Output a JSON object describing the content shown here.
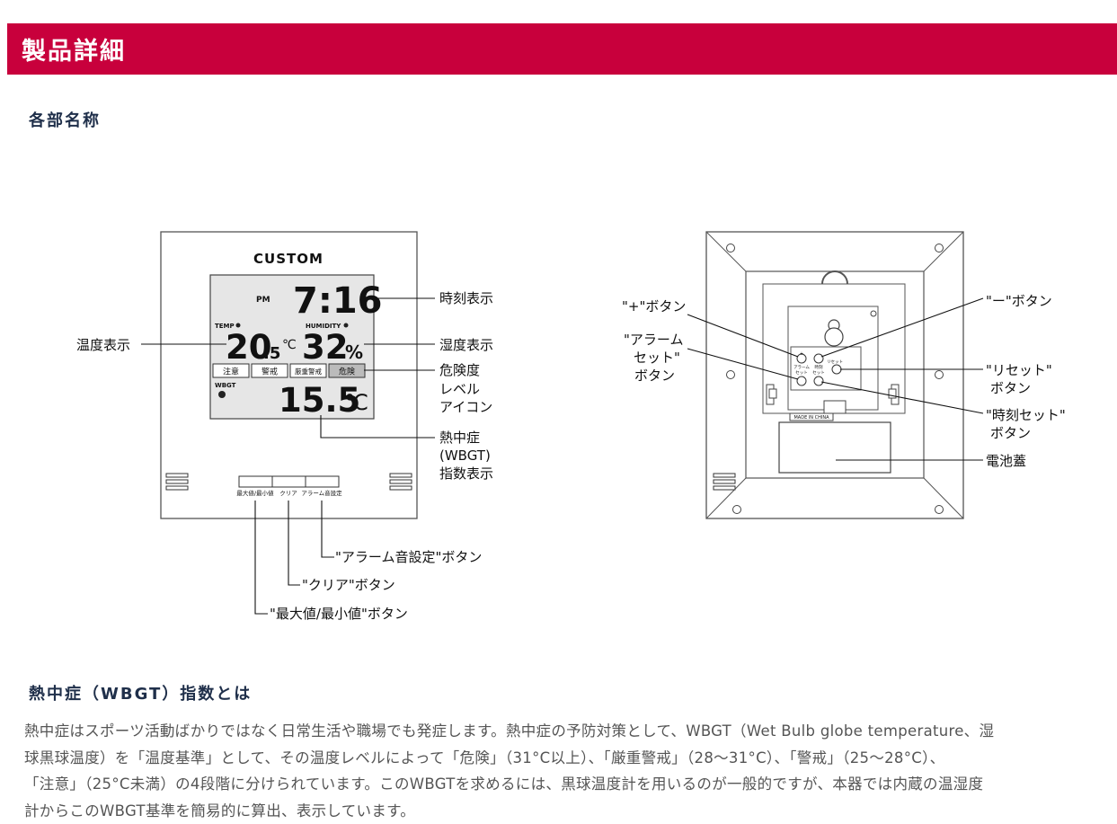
{
  "header": {
    "title": "製品詳細"
  },
  "parts_section": {
    "title": "各部名称"
  },
  "front": {
    "brand": "CUSTOM",
    "lcd": {
      "pm": "PM",
      "time": "7:16",
      "temp_label": "TEMP",
      "humidity_label": "HUMIDITY",
      "temp_int": "20",
      "temp_dec": ".5",
      "temp_unit": "℃",
      "humidity_value": "32",
      "humidity_unit": "%",
      "levels": [
        "注意",
        "警戒",
        "厳重警戒",
        "危険"
      ],
      "wbgt_label": "WBGT",
      "wbgt_value": "15.5",
      "wbgt_unit": "℃"
    },
    "buttons": [
      "最大値/最小値",
      "クリア",
      "アラーム音設定"
    ],
    "callouts": {
      "time": "時刻表示",
      "temp": "温度表示",
      "humidity": "湿度表示",
      "danger_1": "危険度",
      "danger_2": "レベル",
      "danger_3": "アイコン",
      "wbgt_1": "熱中症",
      "wbgt_2": "(WBGT)",
      "wbgt_3": "指数表示",
      "alarm_btn": "\"アラーム音設定\"ボタン",
      "clear_btn": "\"クリア\"ボタン",
      "maxmin_btn": "\"最大値/最小値\"ボタン"
    }
  },
  "back": {
    "small_labels": {
      "plus": "+",
      "alarm_1": "アラーム",
      "alarm_2": "セット",
      "time_1": "時刻",
      "time_2": "セット",
      "reset": "リセット",
      "made_in": "MADE IN CHINA"
    },
    "callouts": {
      "plus_btn": "\"+\"ボタン",
      "alarm_1": "\"アラーム",
      "alarm_2": "セット\"",
      "alarm_3": "ボタン",
      "minus_btn": "\"ー\"ボタン",
      "reset_1": "\"リセット\"",
      "reset_2": "ボタン",
      "timeset_1": "\"時刻セット\"",
      "timeset_2": "ボタン",
      "battery": "電池蓋"
    }
  },
  "wbgt_section": {
    "title": "熱中症（WBGT）指数とは",
    "lines": [
      "熱中症はスポーツ活動ばかりではなく日常生活や職場でも発症します。熱中症の予防対策として、WBGT（Wet Bulb globe temperature、湿",
      "球黒球温度）を「温度基準」として、その温度レベルによって「危険」（31°C以上）、「厳重警戒」（28～31°C）、「警戒」（25～28°C）、",
      "「注意」（25°C未満）の4段階に分けられています。このWBGTを求めるには、黒球温度計を用いるのが一般的ですが、本器では内蔵の温湿度",
      "計からこのWBGT基準を簡易的に算出、表示しています。"
    ]
  }
}
